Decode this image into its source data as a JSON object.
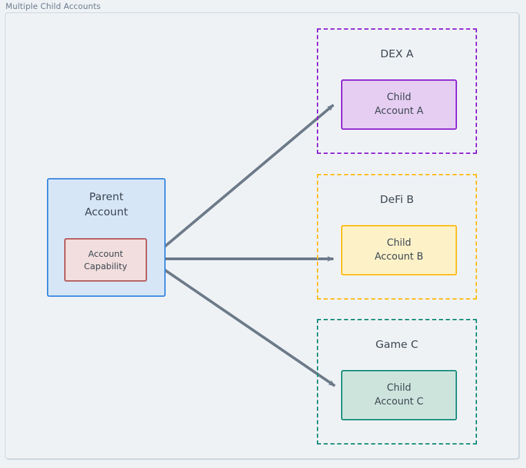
{
  "diagram": {
    "title": "Multiple Child Accounts",
    "colors": {
      "page_background": "#eef2f5",
      "canvas_background": "#eff2f5",
      "canvas_border": "#ccd6e0",
      "title_text": "#6a7a8c",
      "node_text": "#3b4651",
      "edge": "#6c7a89",
      "parent_fill": "#d7e6f7",
      "parent_stroke": "#3d8ae0",
      "capability_fill": "#f2dede",
      "capability_stroke": "#b5595a",
      "dex_stroke": "#8e24d0",
      "dex_fill": "#e6cdf2",
      "defi_stroke": "#fbbc18",
      "defi_fill": "#fdf1c8",
      "game_stroke": "#1b8f7e",
      "game_fill": "#cde4dd"
    }
  },
  "parent": {
    "line1": "Parent",
    "line2": "Account",
    "capability": {
      "line1": "Account",
      "line2": "Capability"
    }
  },
  "groups": [
    {
      "id": "dex-a",
      "label": "DEX A",
      "child": {
        "line1": "Child",
        "line2": "Account A"
      }
    },
    {
      "id": "defi-b",
      "label": "DeFi B",
      "child": {
        "line1": "Child",
        "line2": "Account B"
      }
    },
    {
      "id": "game-c",
      "label": "Game C",
      "child": {
        "line1": "Child",
        "line2": "Account C"
      }
    }
  ],
  "edges": [
    {
      "id": "edge-capability-to-child-a",
      "from": "account-capability",
      "to": "child-account-a"
    },
    {
      "id": "edge-capability-to-child-b",
      "from": "account-capability",
      "to": "child-account-b"
    },
    {
      "id": "edge-capability-to-child-c",
      "from": "account-capability",
      "to": "child-account-c"
    }
  ]
}
